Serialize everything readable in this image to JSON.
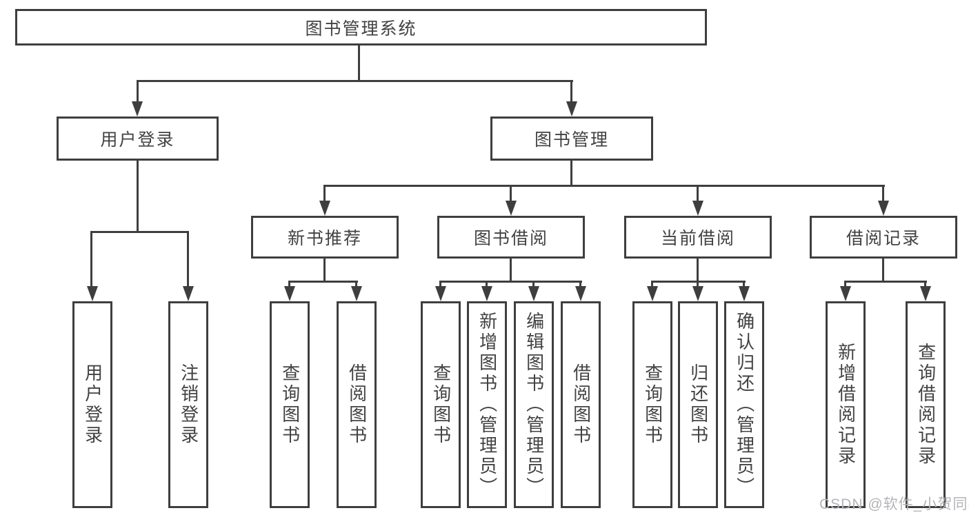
{
  "colors": {
    "line": "#3e3e3e",
    "text": "#424242",
    "box_background": "#ffffff",
    "watermark": "#b4b4b8"
  },
  "nodes": {
    "root": {
      "label": "图书管理系统"
    },
    "user_login": {
      "label": "用户登录"
    },
    "book_mgmt": {
      "label": "图书管理"
    },
    "new_books": {
      "label": "新书推荐"
    },
    "book_borrow": {
      "label": "图书借阅"
    },
    "current_borrow": {
      "label": "当前借阅"
    },
    "borrow_records": {
      "label": "借阅记录"
    },
    "leaves": {
      "user_login": [
        "用户登录",
        "注销登录"
      ],
      "new_books": [
        "查询图书",
        "借阅图书"
      ],
      "book_borrow": [
        "查询图书",
        "新增图书（管理员）",
        "编辑图书（管理员）",
        "借阅图书"
      ],
      "current_borrow": [
        "查询图书",
        "归还图书",
        "确认归还（管理员）"
      ],
      "borrow_records": [
        "新增借阅记录",
        "查询借阅记录"
      ]
    }
  },
  "watermark": "CSDN @软件_小贺同学"
}
